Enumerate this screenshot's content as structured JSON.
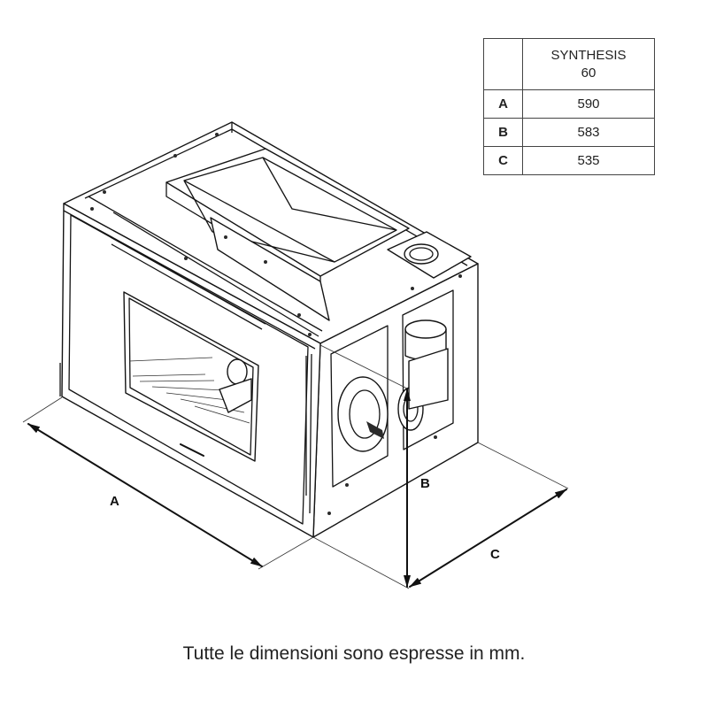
{
  "table": {
    "header": {
      "model": "SYNTHESIS",
      "size": "60"
    },
    "rows": [
      {
        "label": "A",
        "value": "590"
      },
      {
        "label": "B",
        "value": "583"
      },
      {
        "label": "C",
        "value": "535"
      }
    ]
  },
  "dimensions": {
    "a_label": "A",
    "b_label": "B",
    "c_label": "C"
  },
  "caption": "Tutte le dimensioni sono espresse in mm."
}
